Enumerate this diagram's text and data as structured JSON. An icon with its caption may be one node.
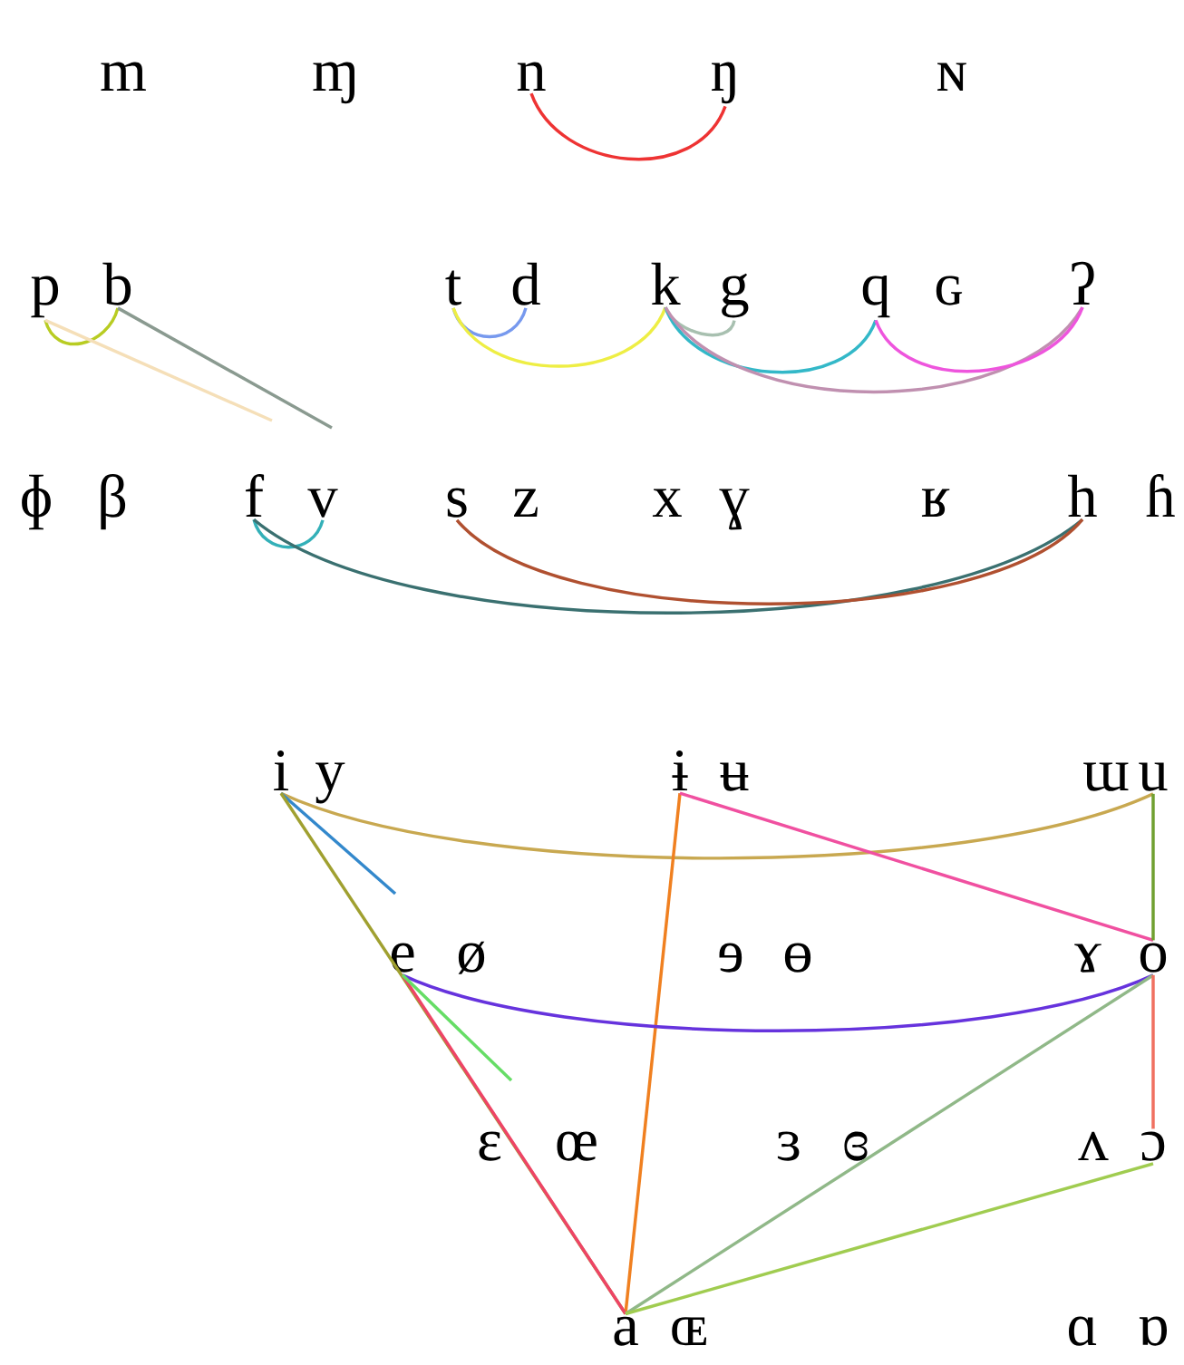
{
  "diagram": {
    "nodes": [
      {
        "text": [
          "m"
        ]
      },
      {
        "text": [
          "ɱ"
        ]
      },
      {
        "text": [
          "n"
        ]
      },
      {
        "text": [
          "ŋ"
        ]
      },
      {
        "text": [
          "ɴ"
        ]
      },
      {
        "text": [
          "p"
        ]
      },
      {
        "text": [
          "b"
        ]
      },
      {
        "text": [
          "t"
        ]
      },
      {
        "text": [
          "d"
        ]
      },
      {
        "text": [
          "k"
        ]
      },
      {
        "text": [
          "g"
        ]
      },
      {
        "text": [
          "q"
        ]
      },
      {
        "text": [
          "ɢ"
        ]
      },
      {
        "text": [
          "ʔ"
        ]
      },
      {
        "text": [
          "ɸ"
        ]
      },
      {
        "text": [
          "β"
        ]
      },
      {
        "text": [
          "f"
        ]
      },
      {
        "text": [
          "v"
        ]
      },
      {
        "text": [
          "s"
        ]
      },
      {
        "text": [
          "z"
        ]
      },
      {
        "text": [
          "x"
        ]
      },
      {
        "text": [
          "ɣ"
        ]
      },
      {
        "text": [
          "ʁ"
        ]
      },
      {
        "text": [
          "h"
        ]
      },
      {
        "text": [
          "ɦ"
        ]
      },
      {
        "text": [
          "i"
        ]
      },
      {
        "text": [
          "y"
        ]
      },
      {
        "text": [
          "ɨ"
        ]
      },
      {
        "text": [
          "ʉ"
        ]
      },
      {
        "text": [
          "ɯ"
        ]
      },
      {
        "text": [
          "u"
        ]
      },
      {
        "text": [
          "e"
        ]
      },
      {
        "text": [
          "ø"
        ]
      },
      {
        "text": [
          "ɘ"
        ]
      },
      {
        "text": [
          "ɵ"
        ]
      },
      {
        "text": [
          "ɤ"
        ]
      },
      {
        "text": [
          "o"
        ]
      },
      {
        "text": [
          "ɛ"
        ]
      },
      {
        "text": [
          "œ"
        ]
      },
      {
        "text": [
          "ɜ"
        ]
      },
      {
        "text": [
          "ɞ"
        ]
      },
      {
        "text": [
          "ʌ"
        ]
      },
      {
        "text": [
          "ɔ"
        ]
      },
      {
        "text": [
          "a"
        ]
      },
      {
        "text": [
          "ɶ"
        ]
      },
      {
        "text": [
          "ɑ"
        ]
      },
      {
        "text": [
          "ɒ"
        ]
      }
    ],
    "edges": [
      {
        "from": 2,
        "to": 3,
        "arrow": "none",
        "color": "#ee3333"
      },
      {
        "from": 5,
        "to": 6,
        "arrow": "none",
        "color": "#b8cc22"
      },
      {
        "from": 5,
        "to": null,
        "arrow": "none",
        "color": "#f5dfb8"
      },
      {
        "from": 6,
        "to": null,
        "arrow": "none",
        "color": "#8a9a90"
      },
      {
        "from": 7,
        "to": 8,
        "arrow": "none",
        "color": "#7799ee"
      },
      {
        "from": 7,
        "to": 9,
        "arrow": "none",
        "color": "#eeee44"
      },
      {
        "from": 9,
        "to": 10,
        "arrow": "none",
        "color": "#a8c0b0"
      },
      {
        "from": 9,
        "to": 11,
        "arrow": "none",
        "color": "#33b8c8"
      },
      {
        "from": 9,
        "to": 13,
        "arrow": "none",
        "color": "#c090b0"
      },
      {
        "from": 11,
        "to": 13,
        "arrow": "none",
        "color": "#ee55dd"
      },
      {
        "from": 16,
        "to": 17,
        "arrow": "none",
        "color": "#33b0b8"
      },
      {
        "from": 16,
        "to": 23,
        "arrow": "none",
        "color": "#3a7070"
      },
      {
        "from": 18,
        "to": 23,
        "arrow": "none",
        "color": "#b05030"
      },
      {
        "from": 25,
        "to": 30,
        "arrow": "none",
        "color": "#c8a850"
      },
      {
        "from": 25,
        "to": null,
        "arrow": "none",
        "color": "#3388cc"
      },
      {
        "from": 25,
        "to": 43,
        "arrow": "none",
        "color": "#a0a030"
      },
      {
        "from": 27,
        "to": 43,
        "arrow": "none",
        "color": "#f08020"
      },
      {
        "from": 27,
        "to": 36,
        "arrow": "none",
        "color": "#f050a0"
      },
      {
        "from": 30,
        "to": 36,
        "arrow": "none",
        "color": "#70a030"
      },
      {
        "from": 31,
        "to": 36,
        "arrow": "none",
        "color": "#6633dd"
      },
      {
        "from": 31,
        "to": 43,
        "arrow": "none",
        "color": "#ee4466"
      },
      {
        "from": 31,
        "to": null,
        "arrow": "none",
        "color": "#66dd66"
      },
      {
        "from": 36,
        "to": 43,
        "arrow": "none",
        "color": "#90b888"
      },
      {
        "from": 36,
        "to": 42,
        "arrow": "none",
        "color": "#f07060"
      },
      {
        "from": 42,
        "to": 43,
        "arrow": "none",
        "color": "#a0cc50"
      }
    ]
  }
}
